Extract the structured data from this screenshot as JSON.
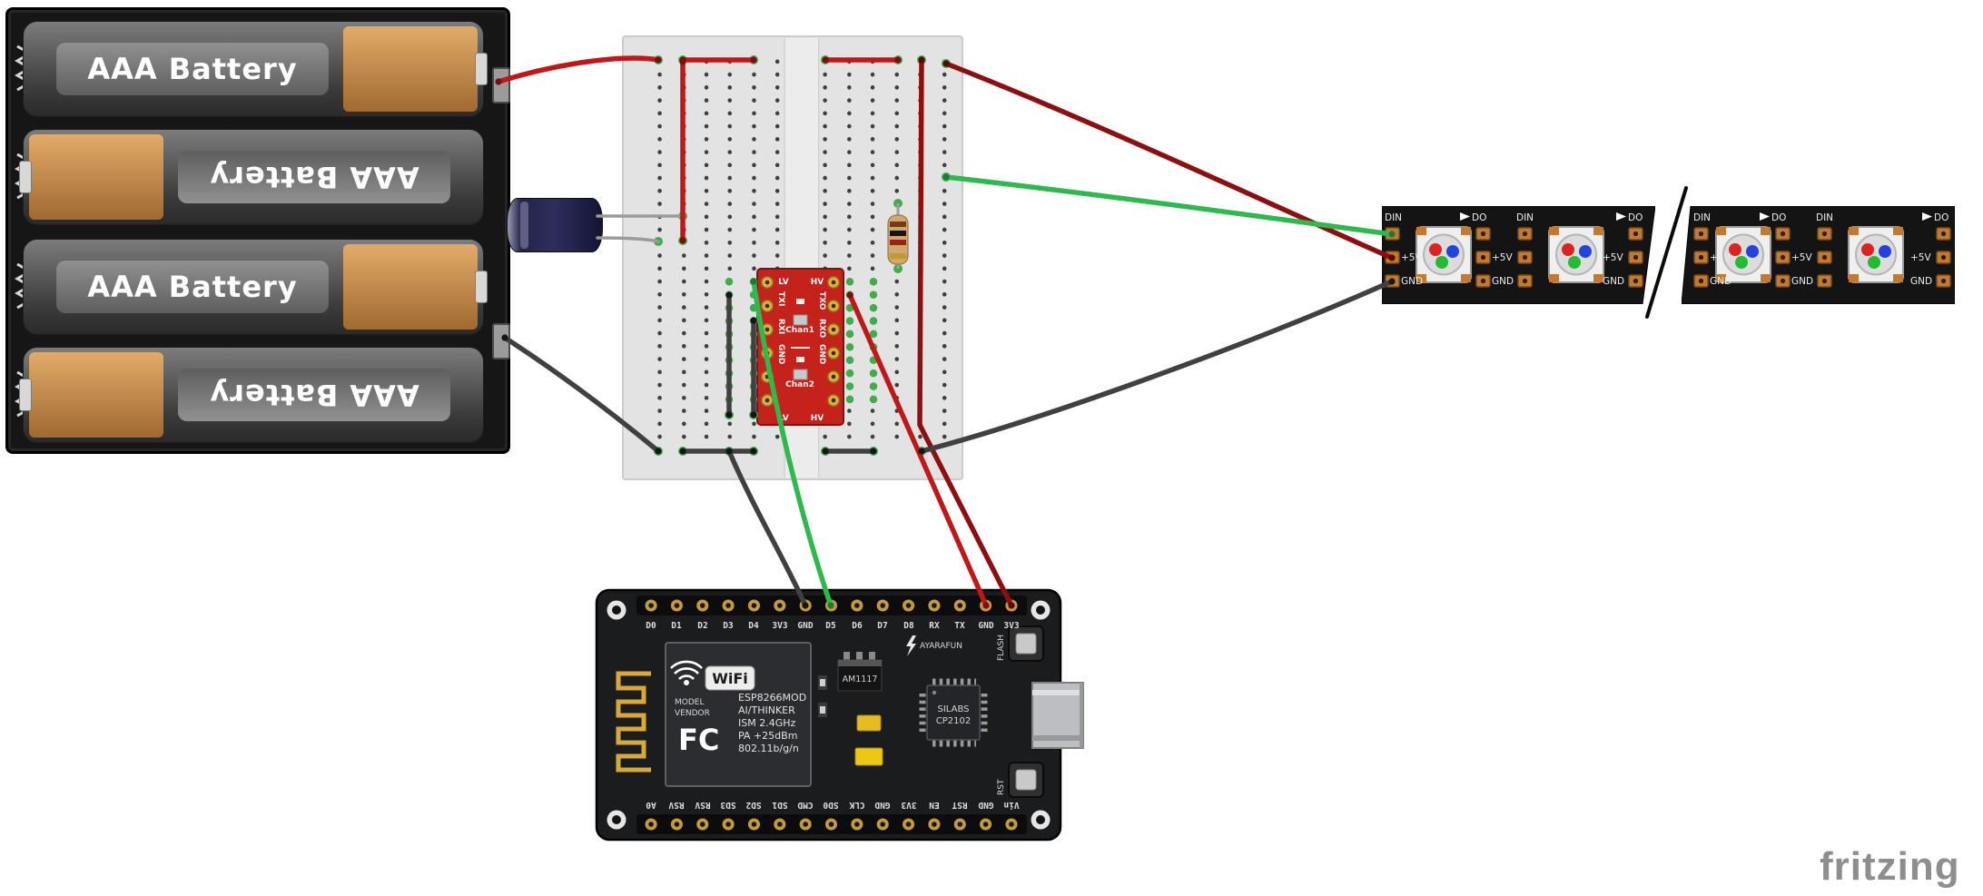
{
  "app": {
    "watermark": "fritzing"
  },
  "colors": {
    "wire_red": "#c01818",
    "wire_dark_red": "#8e0f0f",
    "wire_green": "#2eb94e",
    "wire_black": "#404040",
    "breadboard_body": "#e3e3e3",
    "shifter_pcb": "#c5221c",
    "nodemcu_pcb": "#1b1c1e",
    "copper_pad": "#c07a33",
    "connection_green": "#3fae4a"
  },
  "battery_holder": {
    "batteries": [
      {
        "label": "AAA Battery"
      },
      {
        "label": "AAA Battery"
      },
      {
        "label": "AAA Battery"
      },
      {
        "label": "AAA Battery"
      }
    ]
  },
  "level_shifter": {
    "lv": "LV",
    "hv": "HV",
    "txi": "TXI",
    "rxi": "RXI",
    "txo": "TXO",
    "rxo": "RXO",
    "gnd": "GND",
    "chan1": "Chan1",
    "chan2": "Chan2"
  },
  "resistor": {
    "band_colors": [
      "brown",
      "black",
      "red",
      "gold"
    ]
  },
  "nodemcu": {
    "top_pins": [
      "D0",
      "D1",
      "D2",
      "D3",
      "D4",
      "3V3",
      "GND",
      "D5",
      "D6",
      "D7",
      "D8",
      "RX",
      "TX",
      "GND",
      "3V3"
    ],
    "bottom_pins": [
      "A0",
      "RSV",
      "RSV",
      "SD3",
      "SD2",
      "SD1",
      "CMD",
      "SD0",
      "CLK",
      "GND",
      "3V3",
      "EN",
      "RST",
      "GND",
      "Vin"
    ],
    "silkscreen": {
      "model": "MODEL",
      "vendor": "VENDOR",
      "fcc": "FC",
      "wifi_logo": "WiFi",
      "module": "ESP8266MOD",
      "maker": "AI/THINKER",
      "ism": "ISM 2.4GHz",
      "pa": "PA +25dBm",
      "std": "802.11b/g/n",
      "regulator": "AM1117",
      "usb_chip_line1": "SILABS",
      "usb_chip_line2": "CP2102",
      "brand": "AYARAFUN"
    },
    "buttons": {
      "flash": "FLASH",
      "reset": "RST"
    }
  },
  "led_strip": {
    "din": "DIN",
    "dout": "DO",
    "v5": "+5V",
    "gnd": "GND"
  }
}
